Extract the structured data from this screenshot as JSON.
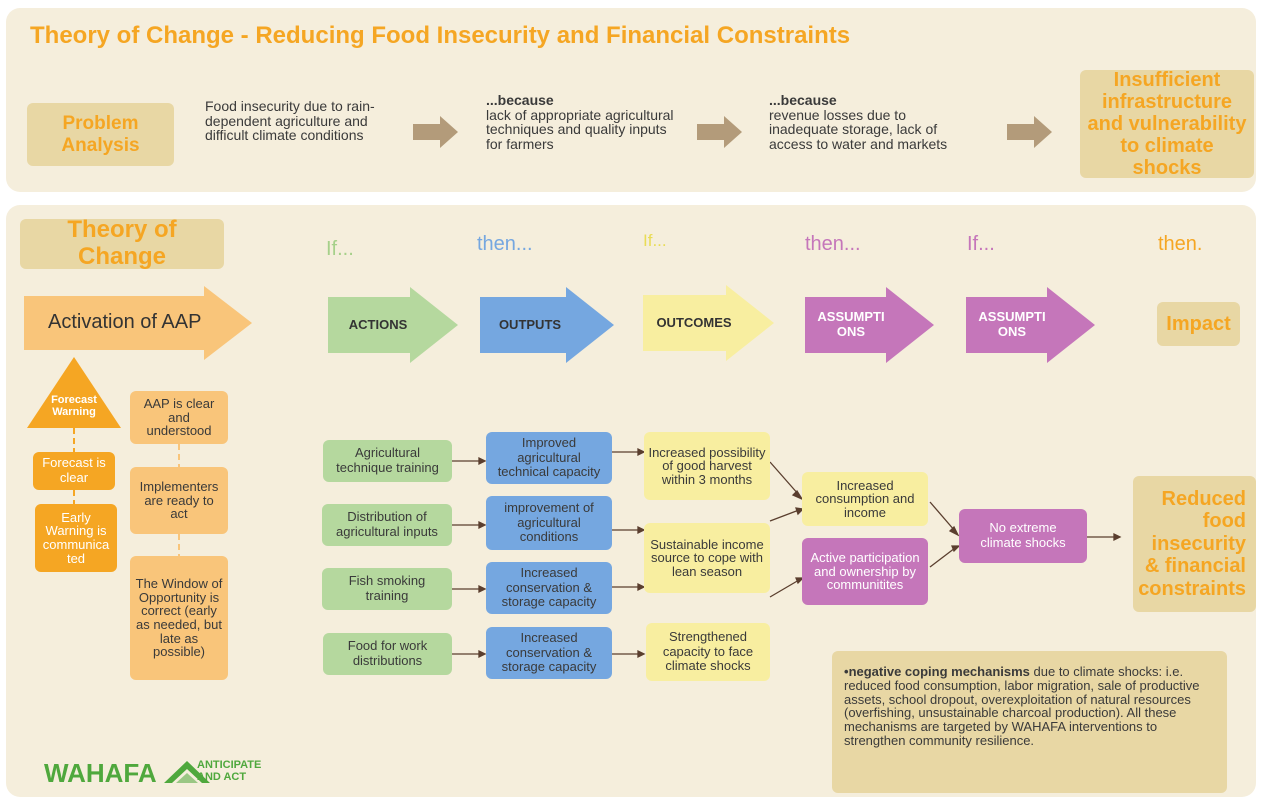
{
  "top": {
    "title": "Theory of Change -  Reducing Food Insecurity and Financial Constraints",
    "problem_label": "Problem Analysis",
    "cause1": "Food insecurity due to rain-dependent agriculture and difficult climate conditions",
    "because": "...because",
    "cause2": "lack of appropriate agricultural techniques and quality inputs for farmers",
    "cause3": "revenue losses due to inadequate storage, lack of access to water and markets",
    "result": "Insufficient infrastructure and vulnerability to climate shocks"
  },
  "main": {
    "title": "Theory of Change",
    "activation": "Activation of AAP",
    "headers": {
      "if1": "If...",
      "then1": "then...",
      "if2": "If...",
      "then2": "then...",
      "if3": "If...",
      "then3": "then."
    },
    "arrows": {
      "actions": "ACTIONS",
      "outputs": "OUTPUTS",
      "outcomes": "OUTCOMES",
      "assumptions1": "ASSUMPTI ONS",
      "assumptions2": "ASSUMPTI ONS",
      "impact": "Impact"
    },
    "left": {
      "forecast_warning": "Forecast Warning",
      "forecast_clear": "Forecast is clear",
      "early_warning": "Early Warning is communica ted",
      "aap_clear": "AAP is clear and understood",
      "implementers": "Implementers are ready to act",
      "window": "The Window of Opportunity is correct (early as needed, but late as possible)"
    },
    "actions": [
      "Agricultural technique training",
      "Distribution of agricultural inputs",
      "Fish smoking training",
      "Food for work distributions"
    ],
    "outputs": [
      "Improved agricultural technical capacity",
      "improvement of agricultural conditions",
      "Increased conservation & storage capacity",
      "Increased conservation & storage capacity"
    ],
    "outcomes": [
      "Increased possibility of good harvest within 3 months",
      "Sustainable income source to cope with lean season",
      "Strengthened capacity to face climate shocks"
    ],
    "assumptions1": [
      "Increased consumption and income",
      "Active participation and ownership by communitites"
    ],
    "assumptions2": [
      "No extreme climate shocks"
    ],
    "impact": "Reduced food insecurity & financial constraints",
    "note_bold": "negative coping mechanisms",
    "note_text": " due to climate shocks: i.e. reduced food consumption, labor migration, sale of productive assets, school dropout, overexploitation of natural resources (overfishing, unsustainable charcoal production). All these mechanisms are targeted by WAHAFA interventions to strengthen community resilience.",
    "logo_text": "WAHAFA",
    "logo_sub1": "ANTICIPATE",
    "logo_sub2": "AND ACT"
  },
  "colors": {
    "orange": "#f5a623",
    "green": "#b5d89e",
    "blue": "#75a7e0",
    "yellow": "#f8eea0",
    "purple": "#c576ba",
    "tan": "#e8d7a4",
    "brown_arrow": "#b39b7a",
    "logo_green": "#4fa83d"
  }
}
